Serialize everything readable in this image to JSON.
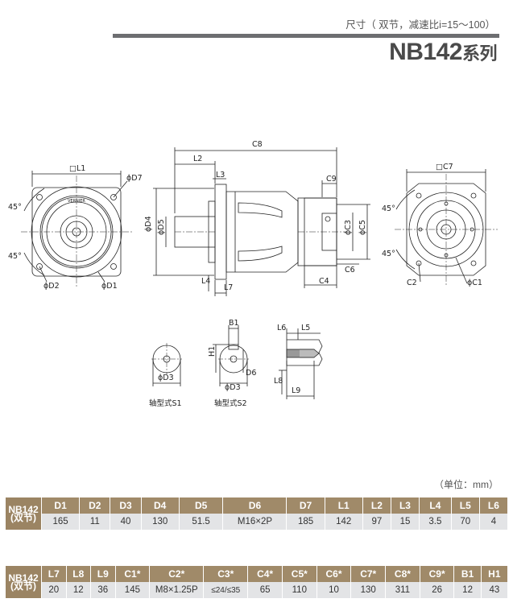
{
  "header": {
    "subtitle": "尺寸（ 双节，减速比i=15～100）",
    "title": "NB142",
    "title_suffix": "系列",
    "bar_color": "#6d6e71"
  },
  "drawing": {
    "labels": {
      "l1": "□L1",
      "d7": "ϕD7",
      "a45_1": "45°",
      "a45_2": "45°",
      "d2": "ϕD2",
      "d1": "ϕD1",
      "brand": "VERNIER",
      "c8": "C8",
      "l2": "L2",
      "l3": "L3",
      "c9": "C9",
      "d4": "ϕD4",
      "d5": "ϕD5",
      "c3": "ϕC3",
      "c5": "ϕC5",
      "c6": "C6",
      "c4": "C4",
      "l4": "L4",
      "l7": "L7",
      "c7": "□C7",
      "a45_3": "45°",
      "a45_4": "45°",
      "c2": "C2",
      "c1": "ϕC1",
      "b1": "B1",
      "h1": "H1",
      "d6": "D6",
      "d3a": "ϕD3",
      "d3b": "ϕD3",
      "s1": "轴型式S1",
      "s2": "轴型式S2",
      "l6": "L6",
      "l5": "L5",
      "l8": "L8",
      "l9": "L9"
    }
  },
  "unit_label": "（单位：mm）",
  "table1": {
    "row_label_1": "NB142",
    "row_label_2": "(双节)",
    "headers": [
      "D1",
      "D2",
      "D3",
      "D4",
      "D5",
      "D6",
      "D7",
      "L1",
      "L2",
      "L3",
      "L4",
      "L5",
      "L6"
    ],
    "values": [
      "165",
      "11",
      "40",
      "130",
      "51.5",
      "M16×2P",
      "185",
      "142",
      "97",
      "15",
      "3.5",
      "70",
      "4"
    ]
  },
  "table2": {
    "row_label_1": "NB142",
    "row_label_2": "(双节)",
    "headers": [
      "L7",
      "L8",
      "L9",
      "C1*",
      "C2*",
      "C3*",
      "C4*",
      "C5*",
      "C6*",
      "C7*",
      "C8*",
      "C9*",
      "B1",
      "H1"
    ],
    "values": [
      "20",
      "12",
      "36",
      "145",
      "M8×1.25P",
      "≤24/≤35",
      "65",
      "110",
      "10",
      "130",
      "311",
      "26",
      "12",
      "43"
    ]
  },
  "colors": {
    "header_bg": "#a08a69",
    "row_bg": "#e3e4e6"
  }
}
